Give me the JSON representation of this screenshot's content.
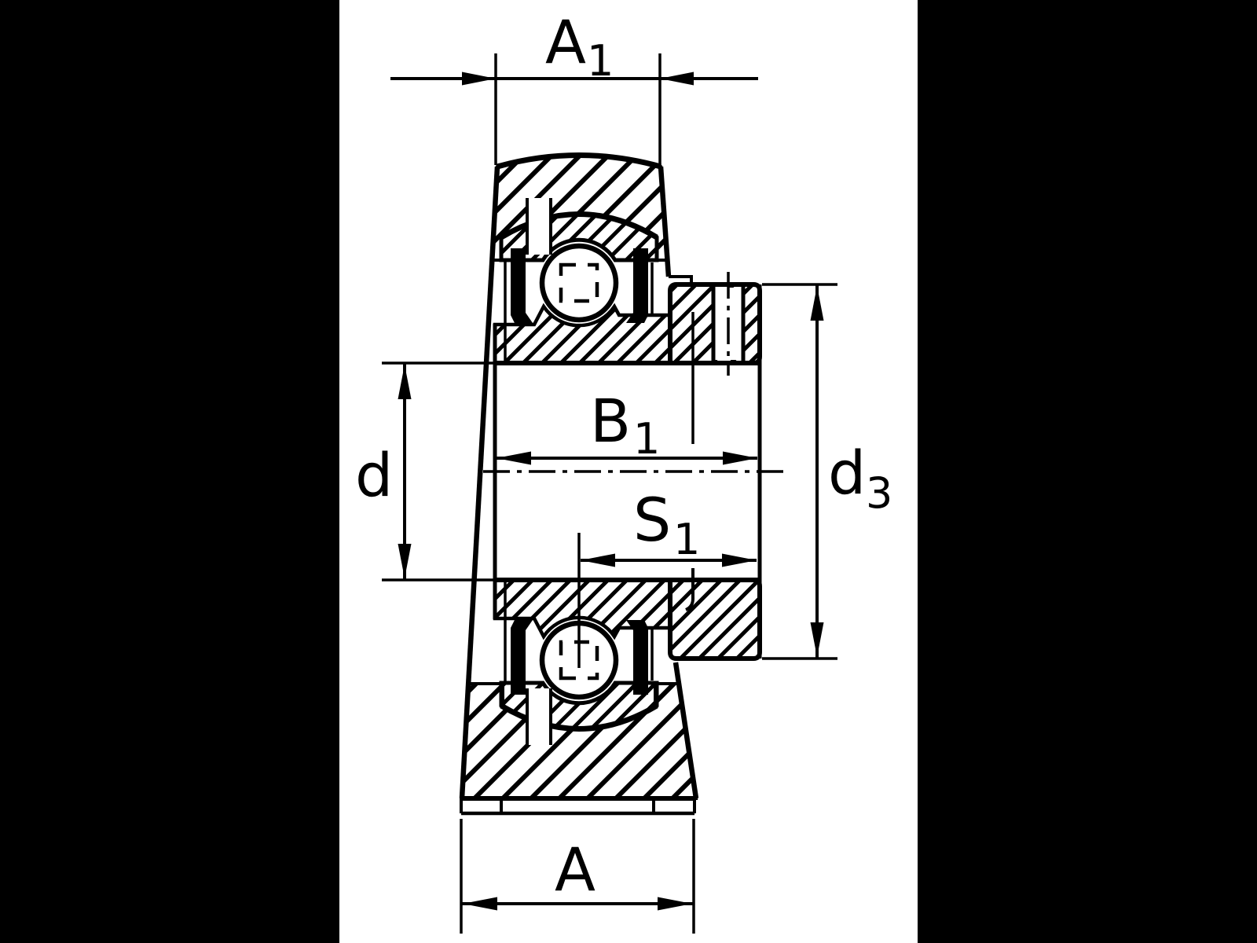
{
  "drawing": {
    "type": "technical-section-drawing",
    "subject": "pillow block bearing unit cross-section",
    "colors": {
      "letterbox": "#000000",
      "paper": "#ffffff",
      "ink": "#000000"
    },
    "dimension_labels": {
      "a1": {
        "main": "A",
        "sub": "1"
      },
      "b1": {
        "main": "B",
        "sub": "1"
      },
      "s1": {
        "main": "S",
        "sub": "1"
      },
      "d": {
        "main": "d",
        "sub": ""
      },
      "d3": {
        "main": "d",
        "sub": "3"
      },
      "a": {
        "main": "A",
        "sub": ""
      }
    }
  }
}
